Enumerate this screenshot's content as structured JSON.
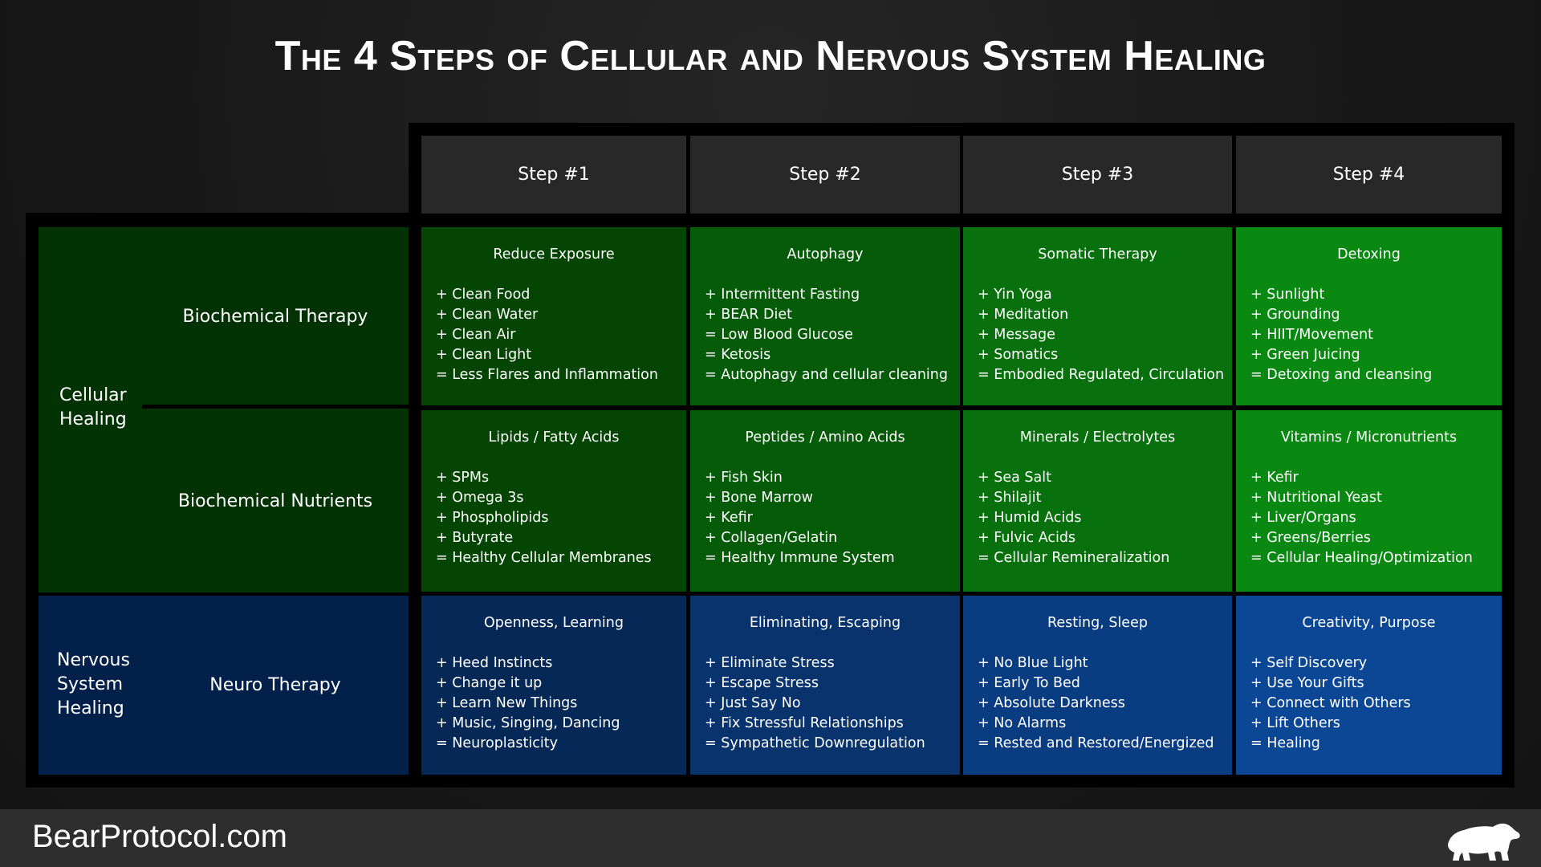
{
  "title": "The 4 Steps of Cellular and Nervous System Healing",
  "steps": [
    "Step #1",
    "Step #2",
    "Step #3",
    "Step #4"
  ],
  "groups": {
    "cellular": [
      "Cellular",
      "Healing"
    ],
    "nervous": [
      "Nervous",
      "System",
      "Healing"
    ]
  },
  "rows": [
    {
      "label": "Biochemical Therapy",
      "cells": [
        {
          "title": "Reduce Exposure",
          "items": [
            "+  Clean Food",
            "+  Clean Water",
            "+  Clean Air",
            "+  Clean Light",
            "=  Less Flares and Inflammation"
          ]
        },
        {
          "title": "Autophagy",
          "items": [
            "+ Intermittent Fasting",
            "+ BEAR Diet",
            "= Low Blood Glucose",
            "= Ketosis",
            "= Autophagy and cellular cleaning"
          ]
        },
        {
          "title": "Somatic Therapy",
          "items": [
            "+ Yin Yoga",
            "+ Meditation",
            "+ Message",
            "+ Somatics",
            "= Embodied Regulated, Circulation"
          ]
        },
        {
          "title": "Detoxing",
          "items": [
            "+ Sunlight",
            "+ Grounding",
            "+ HIIT/Movement",
            "+ Green Juicing",
            "= Detoxing and cleansing"
          ]
        }
      ]
    },
    {
      "label": "Biochemical Nutrients",
      "cells": [
        {
          "title": "Lipids / Fatty Acids",
          "items": [
            "+ SPMs",
            "+ Omega 3s",
            "+ Phospholipids",
            "+ Butyrate",
            "= Healthy Cellular Membranes"
          ]
        },
        {
          "title": "Peptides / Amino Acids",
          "items": [
            "+ Fish Skin",
            "+ Bone Marrow",
            "+ Kefir",
            "+ Collagen/Gelatin",
            "= Healthy Immune System"
          ]
        },
        {
          "title": "Minerals / Electrolytes",
          "items": [
            "+ Sea Salt",
            "+ Shilajit",
            "+ Humid Acids",
            "+ Fulvic Acids",
            "= Cellular Remineralization"
          ]
        },
        {
          "title": "Vitamins / Micronutrients",
          "items": [
            "+ Kefir",
            "+ Nutritional Yeast",
            "+ Liver/Organs",
            "+ Greens/Berries",
            "= Cellular Healing/Optimization"
          ]
        }
      ]
    },
    {
      "label": "Neuro Therapy",
      "cells": [
        {
          "title": "Openness, Learning",
          "items": [
            "+ Heed Instincts",
            "+ Change it up",
            "+ Learn New Things",
            "+ Music, Singing, Dancing",
            "= Neuroplasticity"
          ]
        },
        {
          "title": "Eliminating, Escaping",
          "items": [
            "+ Eliminate Stress",
            "+ Escape Stress",
            "+ Just Say No",
            "+ Fix Stressful Relationships",
            "= Sympathetic Downregulation"
          ]
        },
        {
          "title": "Resting, Sleep",
          "items": [
            "+ No Blue Light",
            "+ Early To Bed",
            "+ Absolute Darkness",
            "+ No Alarms",
            "= Rested and Restored/Energized"
          ]
        },
        {
          "title": "Creativity, Purpose",
          "items": [
            "+ Self Discovery",
            "+ Use Your Gifts",
            "+ Connect with Others",
            "+ Lift Others",
            "= Healing"
          ]
        }
      ]
    }
  ],
  "colors": {
    "cellular_label_bg": "#033304",
    "nervous_label_bg": "#03204a",
    "cell_green": [
      "#044504",
      "#065b09",
      "#08700c",
      "#0a8912"
    ],
    "cell_blue": [
      "#062856",
      "#08336d",
      "#0a3c82",
      "#0c4796"
    ]
  },
  "footer": {
    "site": "BearProtocol.com",
    "logo_icon": "bear-icon"
  }
}
